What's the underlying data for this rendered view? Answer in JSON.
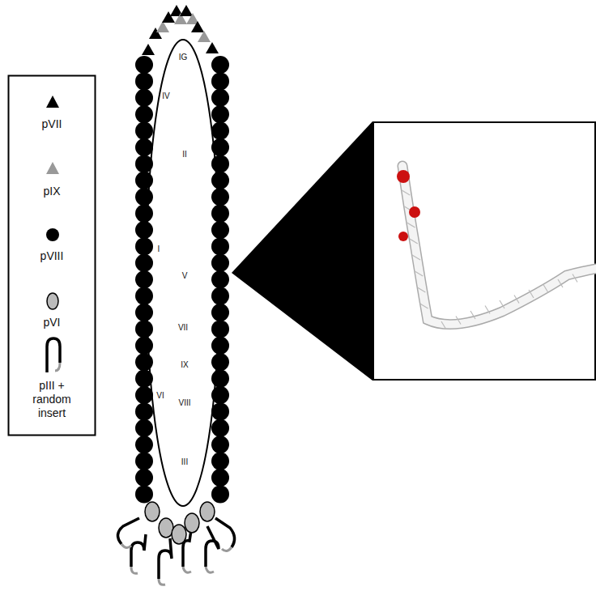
{
  "diagram": {
    "labels": [
      "IG",
      "IV",
      "II",
      "I",
      "V",
      "VII",
      "IX",
      "VI",
      "VIII",
      "III"
    ],
    "legend": [
      {
        "text": "pVII"
      },
      {
        "text": "pIX"
      },
      {
        "text": "pVIII"
      },
      {
        "text": "pVI"
      },
      {
        "text": "pIII + random insert"
      }
    ]
  }
}
